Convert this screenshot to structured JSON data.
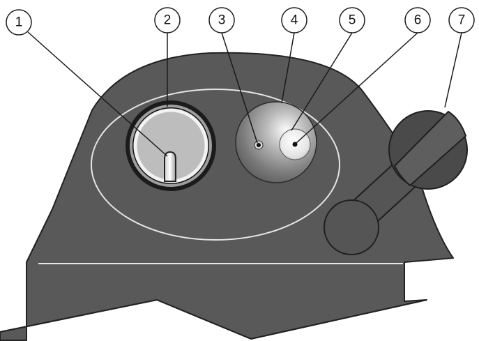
{
  "callouts": [
    {
      "number": "1"
    },
    {
      "number": "2"
    },
    {
      "number": "3"
    },
    {
      "number": "4"
    },
    {
      "number": "5"
    },
    {
      "number": "6"
    },
    {
      "number": "7"
    }
  ],
  "colors": {
    "housing": "#595959",
    "housing_outline": "#222222",
    "leader": "#1a1a1a",
    "light_line": "#e6e6e6",
    "window_fill": "#bdbdbd",
    "knob": "#4a4a4a"
  }
}
